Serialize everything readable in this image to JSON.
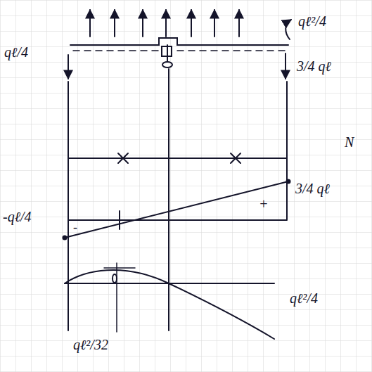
{
  "diagram": {
    "labels": [
      "qℓ/4",
      "qℓ²/4",
      "3/4 qℓ",
      "N",
      "-qℓ/4",
      "-",
      "+",
      "3/4 qℓ",
      "qℓ²/4",
      "qℓ²/32"
    ]
  }
}
